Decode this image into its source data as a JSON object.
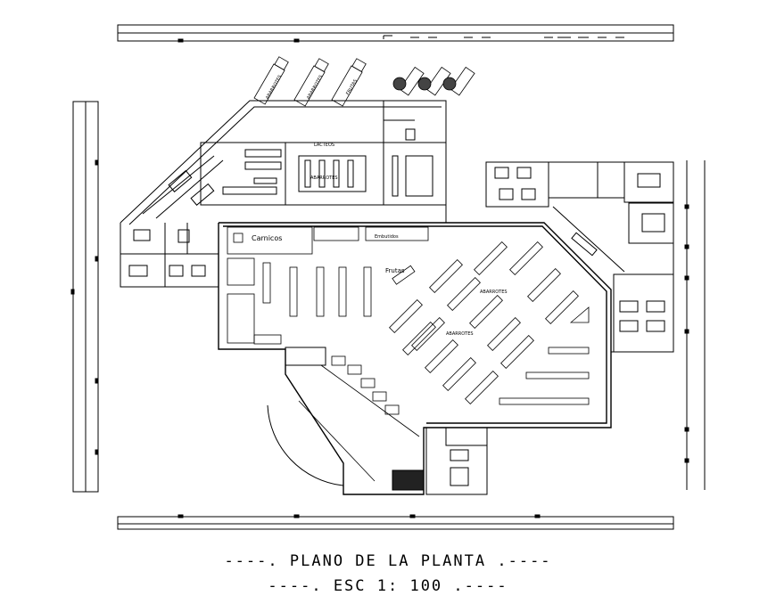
{
  "plan": {
    "title_prefix": "----.",
    "title": "PLANO DE LA PLANTA",
    "title_suffix": ".----",
    "scale_prefix": "----.",
    "scale": "ESC 1: 100",
    "scale_suffix": ".----"
  },
  "labels": {
    "lacteos": "LACTEOS",
    "carnicos": "Carnicos",
    "frutas": "Frutas",
    "abarrotes_main": "ABARROTES",
    "abarrotes_top": "ABARROTES",
    "abarrotes_center": "ABARROTES",
    "embutidos": "Embutidos",
    "camiones": [
      "ABARROTES",
      "ABARROTES",
      "FRUTAS"
    ]
  },
  "colors": {
    "line": "#000000",
    "background": "#ffffff"
  }
}
